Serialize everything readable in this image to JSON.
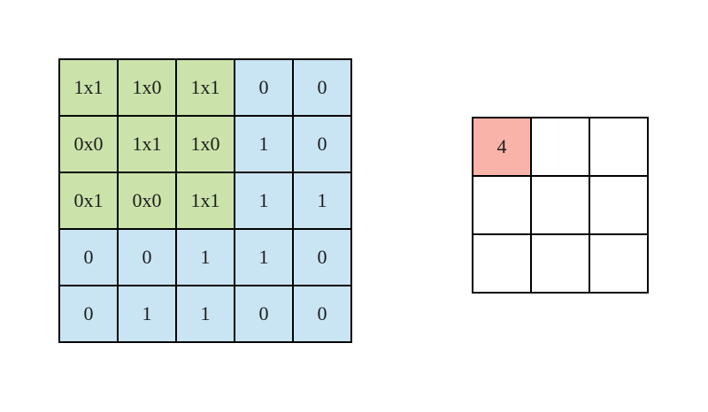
{
  "diagram": {
    "description": "convolution-operation-illustration",
    "colors": {
      "green": "#cbe3aa",
      "blue": "#c9e4f3",
      "pink": "#f9b3a8",
      "white": "#ffffff",
      "border": "#000000",
      "background": "#ffffff"
    },
    "input_grid": {
      "rows": 5,
      "cols": 5,
      "cells": [
        [
          "1x1",
          "1x0",
          "1x1",
          "0",
          "0"
        ],
        [
          "0x0",
          "1x1",
          "1x0",
          "1",
          "0"
        ],
        [
          "0x1",
          "0x0",
          "1x1",
          "1",
          "1"
        ],
        [
          "0",
          "0",
          "1",
          "1",
          "0"
        ],
        [
          "0",
          "1",
          "1",
          "0",
          "0"
        ]
      ],
      "cell_colors": [
        [
          "green",
          "green",
          "green",
          "blue",
          "blue"
        ],
        [
          "green",
          "green",
          "green",
          "blue",
          "blue"
        ],
        [
          "green",
          "green",
          "green",
          "blue",
          "blue"
        ],
        [
          "blue",
          "blue",
          "blue",
          "blue",
          "blue"
        ],
        [
          "blue",
          "blue",
          "blue",
          "blue",
          "blue"
        ]
      ]
    },
    "output_grid": {
      "rows": 3,
      "cols": 3,
      "cells": [
        [
          "4",
          "",
          ""
        ],
        [
          "",
          "",
          ""
        ],
        [
          "",
          "",
          ""
        ]
      ],
      "cell_colors": [
        [
          "pink",
          "white",
          "white"
        ],
        [
          "white",
          "white",
          "white"
        ],
        [
          "white",
          "white",
          "white"
        ]
      ]
    }
  }
}
